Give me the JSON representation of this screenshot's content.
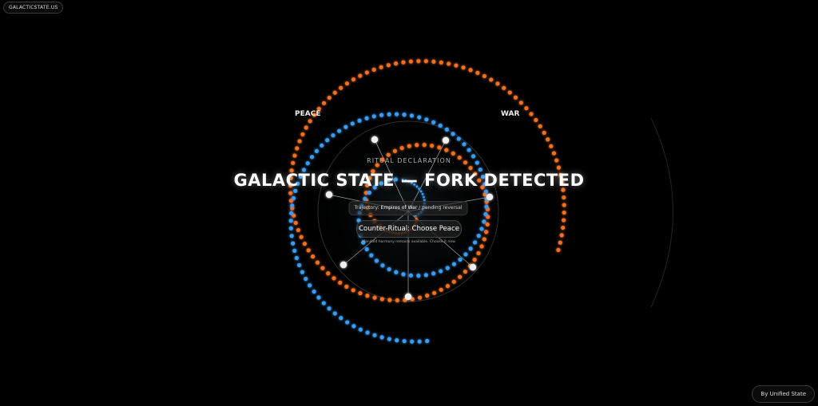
{
  "brand": "GALACTICSTATE.US",
  "byline": "By Unified State",
  "labels": {
    "peace": "PEACE",
    "war": "WAR"
  },
  "ritual_label": "RITUAL DECLARATION",
  "title": "GALACTIC STATE — FORK DETECTED",
  "trajectory": {
    "prefix": "Trajectory:",
    "value": "Empires of War",
    "suffix": "/ pending reversal"
  },
  "counter_button": "Counter-Ritual: Choose Peace",
  "hint": "Manifold harmony remains available. Choose it now.",
  "colors": {
    "peace": "#3a9bf0",
    "war": "#f07020",
    "node": "#f0f0f0"
  }
}
